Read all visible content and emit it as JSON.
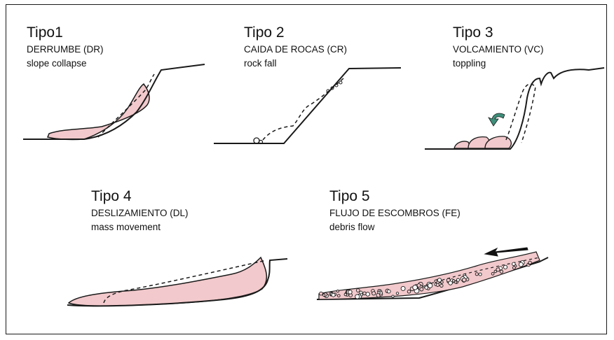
{
  "panels": [
    {
      "title": "Tipo1",
      "name_es": "DERRUMBE (DR)",
      "name_en": "slope collapse"
    },
    {
      "title": "Tipo 2",
      "name_es": "CAIDA DE ROCAS (CR)",
      "name_en": "rock fall"
    },
    {
      "title": "Tipo 3",
      "name_es": "VOLCAMIENTO (VC)",
      "name_en": "toppling"
    },
    {
      "title": "Tipo 4",
      "name_es": "DESLIZAMIENTO (DL)",
      "name_en": "mass movement"
    },
    {
      "title": "Tipo 5",
      "name_es": "FLUJO DE ESCOMBROS (FE)",
      "name_en": "debris flow"
    }
  ],
  "colors": {
    "deposit_fill": "#f2c9cc",
    "arrow_fill": "#3f8f7a",
    "line": "#1a1a1a"
  }
}
